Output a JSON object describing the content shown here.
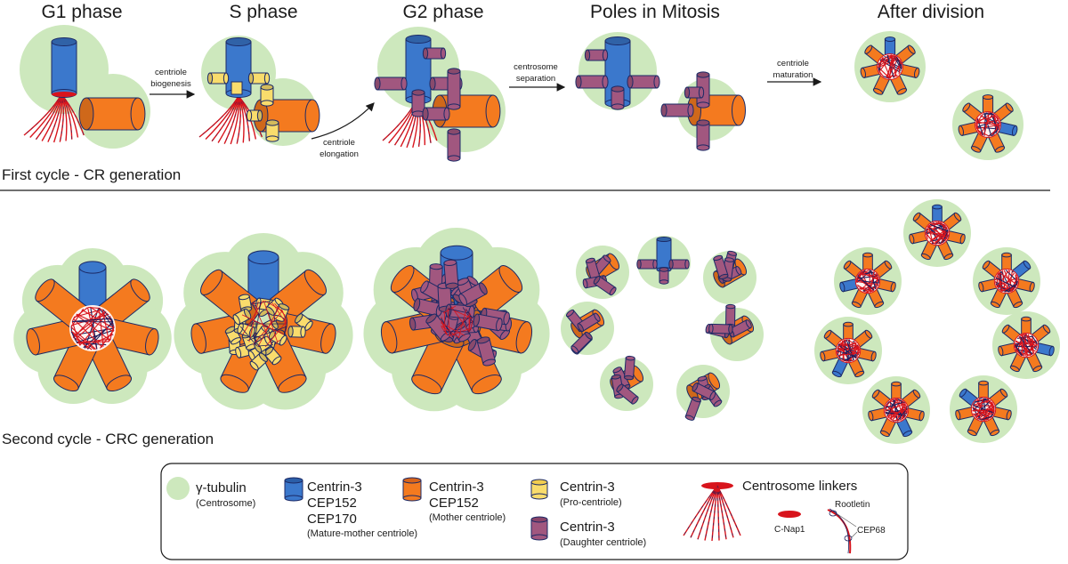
{
  "phases": {
    "g1": "G1 phase",
    "s": "S phase",
    "g2": "G2 phase",
    "mitosis": "Poles in Mitosis",
    "after": "After division"
  },
  "arrow_labels": {
    "biogenesis_1": "centriole",
    "biogenesis_2": "biogenesis",
    "elongation_1": "centriole",
    "elongation_2": "elongation",
    "separation_1": "centrosome",
    "separation_2": "separation",
    "maturation_1": "centriole",
    "maturation_2": "maturation"
  },
  "cycles": {
    "first": "First cycle - CR generation",
    "second": "Second cycle - CRC generation"
  },
  "legend": {
    "gamma_tubulin": "γ-tubulin",
    "gamma_tubulin_sub": "(Centrosome)",
    "mature_line1": "Centrin-3",
    "mature_line2": "CEP152",
    "mature_line3": "CEP170",
    "mature_sub": "(Mature-mother centriole)",
    "mother_line1": "Centrin-3",
    "mother_line2": "CEP152",
    "mother_sub": "(Mother centriole)",
    "pro_line1": "Centrin-3",
    "pro_sub": "(Pro-centriole)",
    "daughter_line1": "Centrin-3",
    "daughter_sub": "(Daughter centriole)",
    "linkers": "Centrosome linkers",
    "cnap1": "C-Nap1",
    "rootletin": "Rootletin",
    "cep68": "CEP68"
  },
  "colors": {
    "centrosome_halo": "#cde8bd",
    "mature_mother_blue": "#3b78cc",
    "mother_orange": "#f47a1f",
    "pro_yellow": "#f9dc6c",
    "daughter_purple": "#a1577f",
    "linker_red": "#d8141c",
    "linker_navy": "#1c1f5e"
  }
}
